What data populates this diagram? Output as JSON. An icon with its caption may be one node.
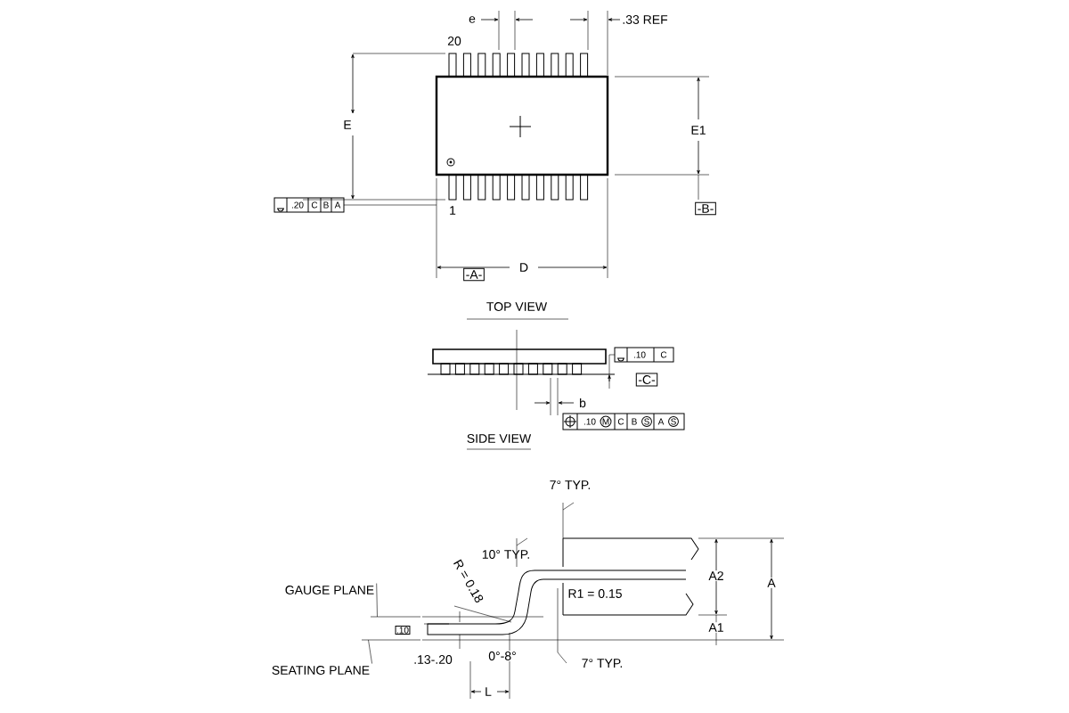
{
  "diagram": {
    "nodes": [
      {
        "text": [
          "GAUGE PLANE"
        ]
      },
      {
        "text": [
          "SEATING PLANE"
        ]
      },
      {
        "text": [],
        "shape": "line"
      },
      {
        "text": [],
        "shape": "line"
      }
    ],
    "edges": [
      {
        "from": 0,
        "to": 2,
        "arrow": "none"
      },
      {
        "from": 1,
        "to": 3,
        "arrow": "none"
      }
    ],
    "labels": [
      "e",
      ".33 REF",
      "20",
      "E",
      "E1",
      ".20",
      "C",
      "B",
      "A",
      "1",
      "-B-",
      "-A-",
      "D",
      "TOP VIEW",
      ".10",
      "C",
      "-C-",
      "b",
      ".10",
      "M",
      "C",
      "B",
      "S",
      "A",
      "S",
      "SIDE VIEW",
      "7° TYP.",
      "10° TYP.",
      "R = 0.18",
      "R1 = 0.15",
      "A2",
      "A",
      ".10",
      "A1",
      ".13-.20",
      "0°-8°",
      "L",
      "7° TYP."
    ]
  }
}
